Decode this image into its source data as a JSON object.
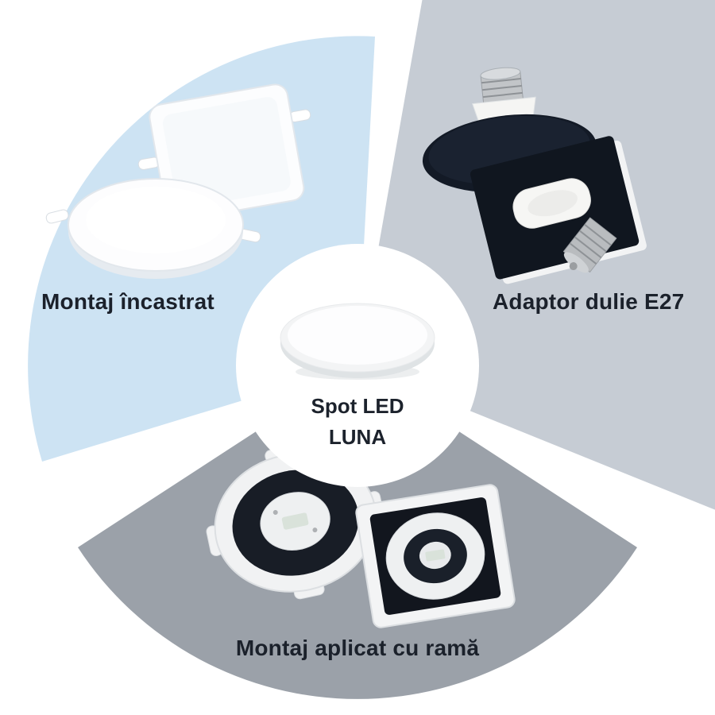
{
  "page": {
    "background": "#ffffff"
  },
  "center": {
    "product_title_line1": "Spot LED",
    "product_title_line2": "LUNA",
    "text_color": "#1c222c",
    "disc_illustration": "white-led-disc"
  },
  "sections": [
    {
      "id": "montaj-incastrat",
      "label": "Montaj încastrat",
      "color": "#cde3f3",
      "illustration": "recessed-round-and-square-panels"
    },
    {
      "id": "adaptor-dulie-e27",
      "label": "Adaptor dulie E27",
      "color": "#c6ccd4",
      "illustration": "e27-socket-adapter-units"
    },
    {
      "id": "montaj-aplicat",
      "label": "Montaj aplicat cu ramă",
      "color": "#9ba1a9",
      "illustration": "surface-mount-frame-backs"
    }
  ],
  "label_text_color": "#1b212b"
}
